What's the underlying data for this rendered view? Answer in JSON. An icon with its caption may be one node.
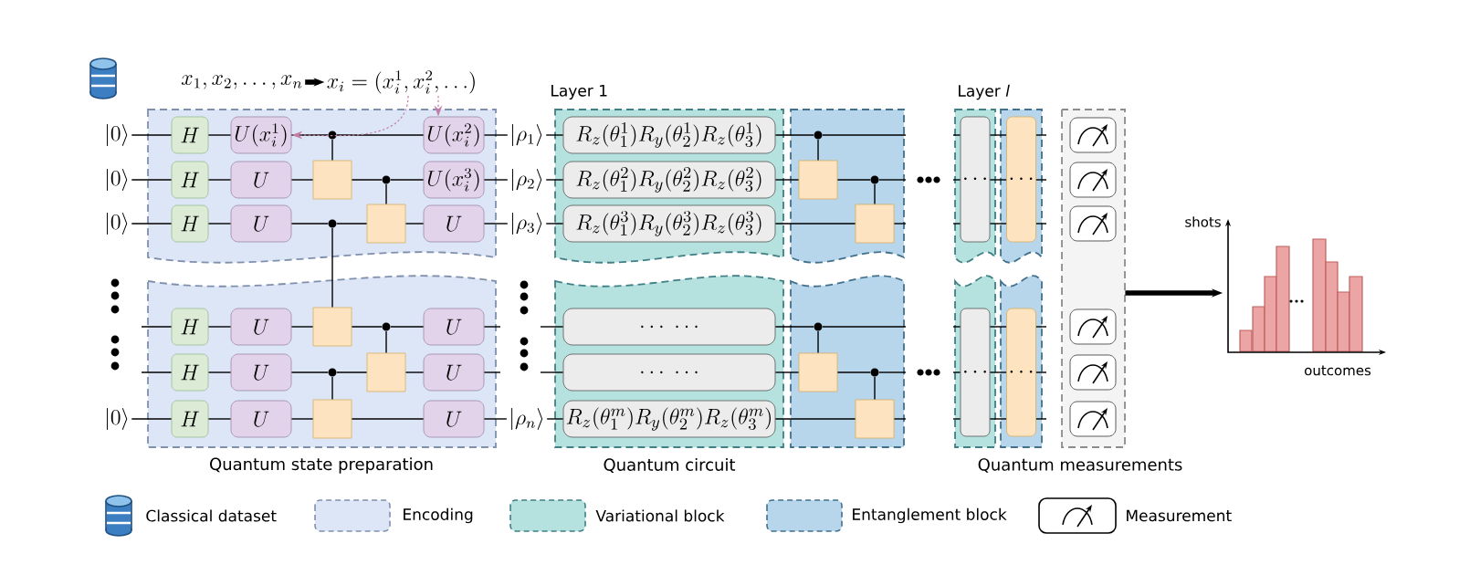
{
  "diagram": {
    "nodes": [
      {
        "text": [
          "x_1, x_2, \\dots, x_n"
        ]
      },
      {
        "text": [
          "x_i = (x_i^1, x_i^2, \\dots)"
        ]
      },
      {
        "text": [],
        "shape": "box"
      },
      {
        "text": [],
        "shape": "box"
      },
      {
        "text": [],
        "shape": "box"
      },
      {
        "text": [],
        "shape": "box"
      },
      {
        "text": [],
        "shape": "box"
      },
      {
        "text": [],
        "shape": "box"
      },
      {
        "text": [],
        "shape": "box"
      },
      {
        "text": [],
        "shape": "box"
      },
      {
        "text": [],
        "shape": "box"
      },
      {
        "text": [],
        "shape": "box"
      },
      {
        "text": [],
        "shape": "box"
      },
      {
        "text": [
          "|0\\rangle"
        ]
      },
      {
        "text": [
          "H"
        ],
        "in": 2
      },
      {
        "text": [
          "U(x_i^1)"
        ],
        "in": 2
      },
      {
        "text": [],
        "shape": "circle",
        "in": 2
      },
      {
        "text": [
          "U(x_i^2)"
        ],
        "in": 2
      },
      {
        "text": [
          "|\\rho_1\\rangle"
        ]
      },
      {
        "text": [
          "R_z(\\theta_1^1)R_y(\\theta_2^1)R_z(\\theta_3^1)"
        ],
        "in": 4
      },
      {
        "text": [],
        "shape": "circle",
        "in": 6
      },
      {
        "text": [
          "|0\\rangle"
        ]
      },
      {
        "text": [
          "H"
        ],
        "in": 2
      },
      {
        "text": [
          "U"
        ],
        "in": 2
      },
      {
        "text": [],
        "shape": "box",
        "in": 2
      },
      {
        "text": [],
        "shape": "circle",
        "in": 2
      },
      {
        "text": [
          "U(x_i^3)"
        ],
        "in": 2
      },
      {
        "text": [
          "|\\rho_2\\rangle"
        ]
      },
      {
        "text": [
          "R_z(\\theta_1^2)R_y(\\theta_2^2)R_z(\\theta_3^2)"
        ],
        "in": 4
      },
      {
        "text": [],
        "shape": "box",
        "in": 6
      },
      {
        "text": [],
        "shape": "circle",
        "in": 6
      },
      {
        "text": [
          "|0\\rangle"
        ]
      },
      {
        "text": [
          "H"
        ],
        "in": 2
      },
      {
        "text": [
          "U"
        ],
        "in": 2
      },
      {
        "text": [],
        "shape": "circle",
        "in": 2
      },
      {
        "text": [],
        "shape": "box",
        "in": 2
      },
      {
        "text": [
          "U"
        ],
        "in": 2
      },
      {
        "text": [
          "|\\rho_3\\rangle"
        ]
      },
      {
        "text": [
          "R_z(\\theta_1^3)R_y(\\theta_2^3)R_z(\\theta_3^3)"
        ],
        "in": 4
      },
      {
        "text": [],
        "shape": "box",
        "in": 6
      },
      {
        "text": [
          "H"
        ],
        "in": 3
      },
      {
        "text": [
          "U"
        ],
        "in": 3
      },
      {
        "text": [],
        "shape": "box",
        "in": 3
      },
      {
        "text": [],
        "shape": "circle",
        "in": 3
      },
      {
        "text": [
          "U"
        ],
        "in": 3
      },
      {
        "text": [
          "\\dots\\;\\dots"
        ],
        "in": 5
      },
      {
        "text": [],
        "shape": "circle",
        "in": 7
      },
      {
        "text": [
          "H"
        ],
        "in": 3
      },
      {
        "text": [
          "U"
        ],
        "in": 3
      },
      {
        "text": [],
        "shape": "circle",
        "in": 3
      },
      {
        "text": [],
        "shape": "box",
        "in": 3
      },
      {
        "text": [
          "U"
        ],
        "in": 3
      },
      {
        "text": [
          "\\dots\\;\\dots"
        ],
        "in": 5
      },
      {
        "text": [],
        "shape": "box",
        "in": 7
      },
      {
        "text": [],
        "shape": "circle",
        "in": 7
      },
      {
        "text": [
          "|0\\rangle"
        ]
      },
      {
        "text": [
          "H"
        ],
        "in": 3
      },
      {
        "text": [
          "U"
        ],
        "in": 3
      },
      {
        "text": [],
        "shape": "box",
        "in": 3
      },
      {
        "text": [
          "U"
        ],
        "in": 3
      },
      {
        "text": [
          "|\\rho_n\\rangle"
        ]
      },
      {
        "text": [
          "R_z(\\theta_1^m)R_y(\\theta_2^m)R_z(\\theta_3^m)"
        ],
        "in": 5
      },
      {
        "text": [],
        "shape": "box",
        "in": 7
      },
      {
        "text": [
          "\\cdots"
        ],
        "in": 8
      },
      {
        "text": [
          "\\cdots"
        ],
        "in": 10
      },
      {
        "text": [
          "\\cdots"
        ],
        "in": 9
      },
      {
        "text": [
          "\\cdots"
        ],
        "in": 11
      },
      {
        "text": [],
        "shape": "box",
        "in": 12
      },
      {
        "text": [],
        "shape": "box",
        "in": 12
      },
      {
        "text": [],
        "shape": "box",
        "in": 12
      },
      {
        "text": [],
        "shape": "box",
        "in": 12
      },
      {
        "text": [],
        "shape": "box",
        "in": 12
      },
      {
        "text": [],
        "shape": "box",
        "in": 12
      },
      {
        "text": [],
        "shape": "picture",
        "beside": [
          "shots",
          "outcomes"
        ]
      }
    ],
    "edges": [
      {
        "from": 13,
        "to": 14,
        "arrow": "none"
      },
      {
        "from": 14,
        "to": 15,
        "arrow": "none"
      },
      {
        "from": 15,
        "to": 16,
        "arrow": "none"
      },
      {
        "from": 16,
        "to": 17,
        "arrow": "none"
      },
      {
        "from": 17,
        "to": 18,
        "arrow": "none"
      },
      {
        "from": 18,
        "to": 19,
        "arrow": "none"
      },
      {
        "from": 19,
        "to": 20,
        "arrow": "none"
      },
      {
        "from": 20,
        "to": null,
        "arrow": "none"
      },
      {
        "from": 21,
        "to": 22,
        "arrow": "none"
      },
      {
        "from": 22,
        "to": 23,
        "arrow": "none"
      },
      {
        "from": 23,
        "to": 24,
        "arrow": "none"
      },
      {
        "from": 24,
        "to": 25,
        "arrow": "none"
      },
      {
        "from": 25,
        "to": 26,
        "arrow": "none"
      },
      {
        "from": 26,
        "to": 27,
        "arrow": "none"
      },
      {
        "from": 27,
        "to": 28,
        "arrow": "none"
      },
      {
        "from": 28,
        "to": 29,
        "arrow": "none"
      },
      {
        "from": 29,
        "to": 30,
        "arrow": "none"
      },
      {
        "from": 30,
        "to": null,
        "arrow": "none"
      },
      {
        "from": 31,
        "to": 32,
        "arrow": "none"
      },
      {
        "from": 32,
        "to": 33,
        "arrow": "none"
      },
      {
        "from": 33,
        "to": 34,
        "arrow": "none"
      },
      {
        "from": 34,
        "to": 35,
        "arrow": "none"
      },
      {
        "from": 35,
        "to": 36,
        "arrow": "none"
      },
      {
        "from": 36,
        "to": 37,
        "arrow": "none"
      },
      {
        "from": 37,
        "to": 38,
        "arrow": "none"
      },
      {
        "from": 38,
        "to": 39,
        "arrow": "none"
      },
      {
        "from": 39,
        "to": null,
        "arrow": "none"
      },
      {
        "from": null,
        "to": 40,
        "arrow": "none"
      },
      {
        "from": 40,
        "to": 41,
        "arrow": "none"
      },
      {
        "from": 41,
        "to": 42,
        "arrow": "none"
      },
      {
        "from": 42,
        "to": 43,
        "arrow": "none"
      },
      {
        "from": 43,
        "to": 44,
        "arrow": "none"
      },
      {
        "from": 44,
        "to": null,
        "arrow": "none"
      },
      {
        "from": null,
        "to": 45,
        "arrow": "none"
      },
      {
        "from": 45,
        "to": 46,
        "arrow": "none"
      },
      {
        "from": 46,
        "to": null,
        "arrow": "none"
      },
      {
        "from": null,
        "to": 47,
        "arrow": "none"
      },
      {
        "from": 47,
        "to": 48,
        "arrow": "none"
      },
      {
        "from": 48,
        "to": 49,
        "arrow": "none"
      },
      {
        "from": 49,
        "to": 50,
        "arrow": "none"
      },
      {
        "from": 50,
        "to": 51,
        "arrow": "none"
      },
      {
        "from": 51,
        "to": null,
        "arrow": "none"
      },
      {
        "from": null,
        "to": 52,
        "arrow": "none"
      },
      {
        "from": 52,
        "to": 53,
        "arrow": "none"
      },
      {
        "from": 53,
        "to": 54,
        "arrow": "none"
      },
      {
        "from": 54,
        "to": null,
        "arrow": "none"
      },
      {
        "from": 55,
        "to": 56,
        "arrow": "none"
      },
      {
        "from": 56,
        "to": 57,
        "arrow": "none"
      },
      {
        "from": 57,
        "to": 58,
        "arrow": "none"
      },
      {
        "from": 58,
        "to": 59,
        "arrow": "none"
      },
      {
        "from": 59,
        "to": 60,
        "arrow": "none"
      },
      {
        "from": 60,
        "to": 61,
        "arrow": "none"
      },
      {
        "from": 61,
        "to": 62,
        "arrow": "none"
      },
      {
        "from": 62,
        "to": null,
        "arrow": "none"
      },
      {
        "from": 16,
        "to": 24,
        "arrow": "none"
      },
      {
        "from": 25,
        "to": 35,
        "arrow": "none"
      },
      {
        "from": 34,
        "to": 42,
        "arrow": "none"
      },
      {
        "from": 43,
        "to": 50,
        "arrow": "none"
      },
      {
        "from": 49,
        "to": 58,
        "arrow": "none"
      },
      {
        "from": 20,
        "to": 29,
        "arrow": "none"
      },
      {
        "from": 30,
        "to": 39,
        "arrow": "none"
      },
      {
        "from": 46,
        "to": 53,
        "arrow": "none"
      },
      {
        "from": 54,
        "to": 62,
        "arrow": "none"
      },
      {
        "from": null,
        "to": 63,
        "arrow": "none"
      },
      {
        "from": 63,
        "to": 64,
        "arrow": "none"
      },
      {
        "from": 64,
        "to": null,
        "arrow": "none"
      },
      {
        "from": null,
        "to": 63,
        "arrow": "none"
      },
      {
        "from": 63,
        "to": 64,
        "arrow": "none"
      },
      {
        "from": 64,
        "to": null,
        "arrow": "none"
      },
      {
        "from": null,
        "to": 63,
        "arrow": "none"
      },
      {
        "from": 63,
        "to": 64,
        "arrow": "none"
      },
      {
        "from": 64,
        "to": null,
        "arrow": "none"
      },
      {
        "from": null,
        "to": 65,
        "arrow": "none"
      },
      {
        "from": 65,
        "to": 66,
        "arrow": "none"
      },
      {
        "from": 66,
        "to": null,
        "arrow": "none"
      },
      {
        "from": null,
        "to": 65,
        "arrow": "none"
      },
      {
        "from": 65,
        "to": 66,
        "arrow": "none"
      },
      {
        "from": 66,
        "to": null,
        "arrow": "none"
      },
      {
        "from": null,
        "to": 65,
        "arrow": "none"
      },
      {
        "from": 65,
        "to": 66,
        "arrow": "none"
      },
      {
        "from": 66,
        "to": null,
        "arrow": "none"
      },
      {
        "from": 0,
        "to": 1,
        "arrow": "to",
        "style": "thick"
      },
      {
        "from": 1,
        "to": 15,
        "arrow": "to",
        "style": "dashed",
        "color": "#c47fa8"
      },
      {
        "from": 1,
        "to": 17,
        "arrow": "to",
        "style": "dashed",
        "color": "#c47fa8"
      },
      {
        "from": 12,
        "to": 73,
        "arrow": "to",
        "style": "thick"
      }
    ],
    "labels": [
      "Layer 1",
      "Layer *l*",
      "Quantum state preparation",
      "Quantum circuit",
      "Quantum measurements"
    ],
    "legend": [
      {
        "text": "Classical dataset"
      },
      {
        "text": "Encoding",
        "color": "#dde6f7"
      },
      {
        "text": "Variational block",
        "color": "#b5e1de"
      },
      {
        "text": "Entanglement block",
        "color": "#b7d5eb"
      },
      {
        "text": "Measurement"
      }
    ]
  }
}
